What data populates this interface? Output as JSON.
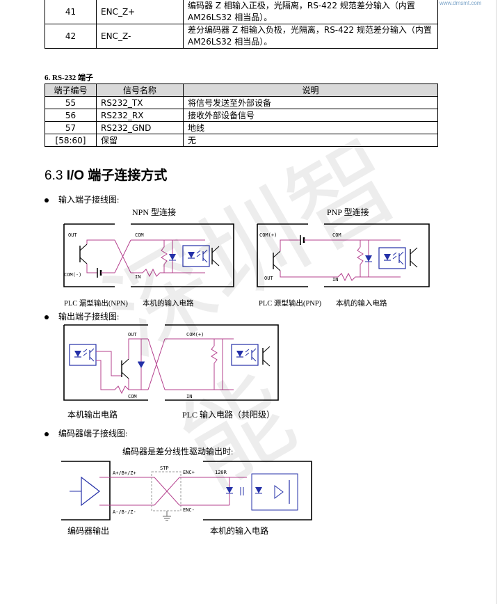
{
  "header": {
    "logo_text": "www.dmsmt.com"
  },
  "top_table": {
    "rows": [
      {
        "num": "41",
        "signal": "ENC_Z+",
        "desc": "编码器 Z 相输入正极，光隔离，RS-422 规范差分输入（内置 AM26LS32 相当品）。"
      },
      {
        "num": "42",
        "signal": "ENC_Z-",
        "desc": "差分编码器 Z 相输入负极，光隔离，RS-422 规范差分输入（内置 AM26LS32 相当品）。"
      }
    ]
  },
  "section6": {
    "title": "6.    RS-232 端子",
    "headers": [
      "端子编号",
      "信号名称",
      "说明"
    ],
    "rows": [
      {
        "num": "55",
        "signal": "RS232_TX",
        "desc": "将信号发送至外部设备"
      },
      {
        "num": "56",
        "signal": "RS232_RX",
        "desc": "接收外部设备信号"
      },
      {
        "num": "57",
        "signal": "RS232_GND",
        "desc": "地线"
      },
      {
        "num": "[58:60]",
        "signal": "保留",
        "desc": "无"
      }
    ]
  },
  "section63": {
    "number": "6.3",
    "title": "I/O 端子连接方式"
  },
  "input_wiring": {
    "bullet": "输入端子接线图:",
    "npn_title": "NPN 型连接",
    "pnp_title": "PNP 型连接",
    "npn_caption_left": "PLC 漏型输出(NPN)",
    "npn_caption_right": "本机的输入电路",
    "pnp_caption_left": "PLC 源型输出(PNP)",
    "pnp_caption_right": "本机的输入电路",
    "pins": {
      "out": "OUT",
      "com_minus": "COM(-)",
      "com": "COM",
      "in": "IN",
      "com_plus": "COM(+)"
    }
  },
  "output_wiring": {
    "bullet": "输出端子接线图:",
    "caption_left": "本机输出电路",
    "caption_right": "PLC 输入电路（共阳级）",
    "pins": {
      "out": "OUT",
      "com": "COM",
      "com_plus": "COM(+)",
      "in": "IN"
    }
  },
  "encoder_wiring": {
    "bullet": "编码器端子接线图:",
    "subtitle": "编码器是差分线性驱动输出时:",
    "caption_left": "编码器输出",
    "caption_right": "本机的输入电路",
    "pins": {
      "plus": "A+/B+/Z+",
      "minus": "A-/B-/Z-",
      "stp": "STP",
      "enc_plus": "ENC+",
      "enc_minus": "ENC-",
      "resistor": "120R"
    }
  },
  "watermark": "深圳智能",
  "colors": {
    "wire": "#b5408e",
    "component": "#2430a8",
    "black": "#000000"
  }
}
